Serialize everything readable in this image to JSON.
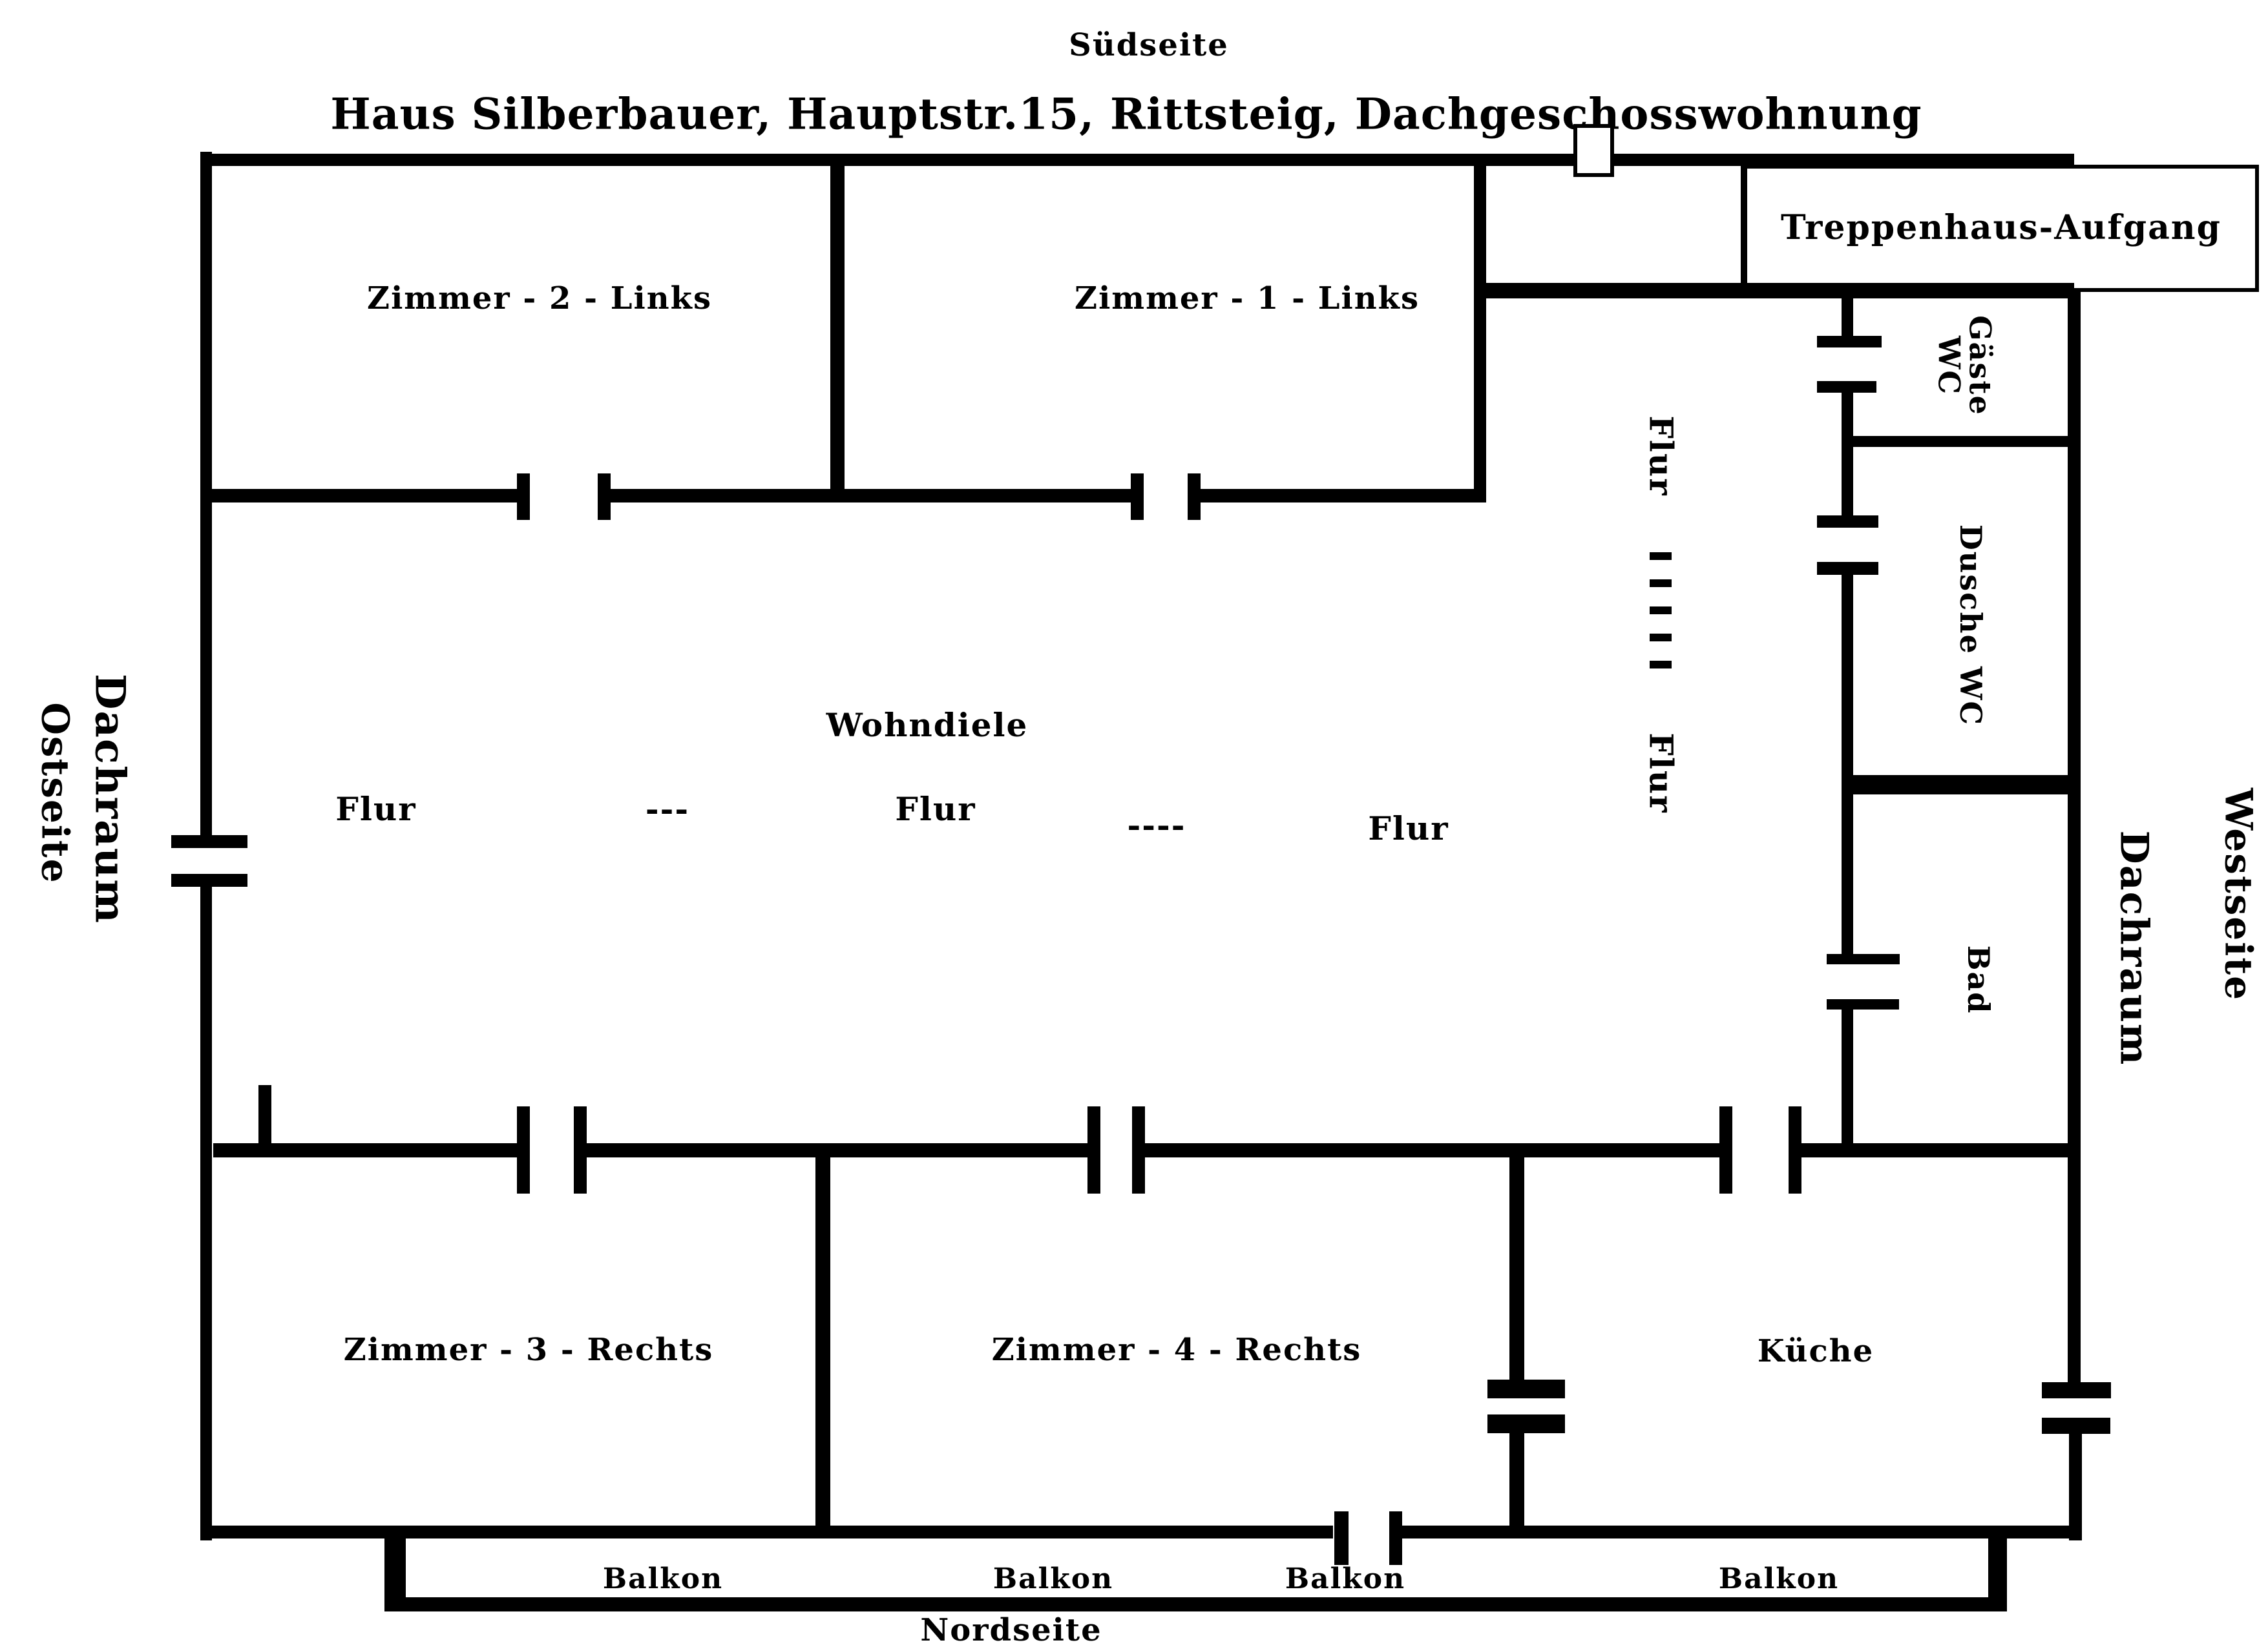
{
  "title": "Haus Silberbauer, Hauptstr.15, Rittsteig, Dachgeschosswohnung",
  "compass": {
    "south": "Südseite",
    "north": "Nordseite"
  },
  "east": {
    "side": "Ostseite",
    "attic": "Dachraum"
  },
  "west": {
    "side": "Westseite",
    "attic": "Dachraum"
  },
  "rooms": {
    "zimmer2": "Zimmer - 2 - Links",
    "zimmer1": "Zimmer - 1 - Links",
    "zimmer3": "Zimmer - 3 - Rechts",
    "zimmer4": "Zimmer - 4 - Rechts",
    "kueche": "Küche",
    "wohndiele": "Wohndiele",
    "bad": "Bad",
    "dusche_wc": "Dusche WC",
    "gaeste_line1": "Gäste",
    "gaeste_line2": "WC",
    "treppenhaus": "Treppenhaus-Aufgang"
  },
  "corridor": {
    "flur_1": "Flur",
    "dashes_a": "---",
    "flur_2": "Flur",
    "dashes_b": "----",
    "flur_3": "Flur",
    "vflur_top": "Flur",
    "vflur_bottom": "Flur",
    "vdash_count": 5
  },
  "balconies": [
    "Balkon",
    "Balkon",
    "Balkon",
    "Balkon"
  ],
  "colors": {
    "ink": "#000000",
    "paper": "#ffffff"
  }
}
